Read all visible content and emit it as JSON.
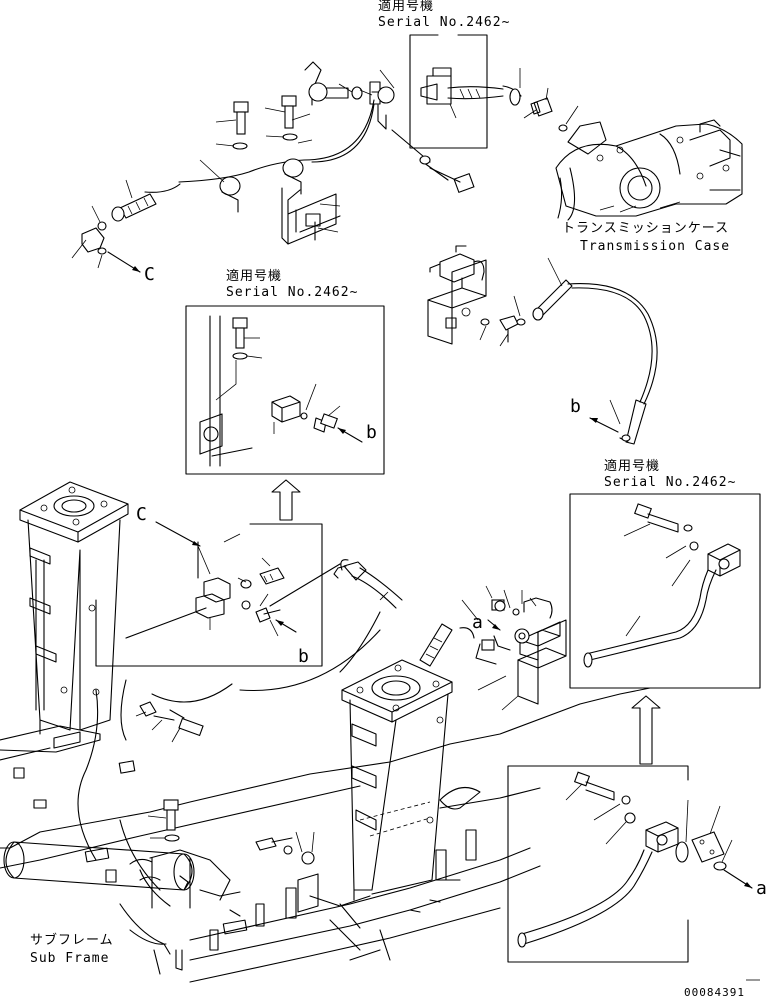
{
  "labels": {
    "top_applicable_jp": "適用号機",
    "top_serial": "Serial No.2462~",
    "trans_case_jp": "トランスミッションケース",
    "trans_case_en": "Transmission Case",
    "callout_c_top": "C",
    "left_applicable_jp": "適用号機",
    "left_serial": "Serial No.2462~",
    "inset_b": "b",
    "mid_b": "b",
    "right_applicable_jp": "適用号機",
    "right_serial": "Serial No.2462~",
    "callout_c_mid": "C",
    "frame_b": "b",
    "callout_a_mid": "a",
    "callout_a_bottom": "a",
    "sub_frame_jp": "サブフレーム",
    "sub_frame_en": "Sub Frame",
    "drawing_number": "00084391"
  }
}
